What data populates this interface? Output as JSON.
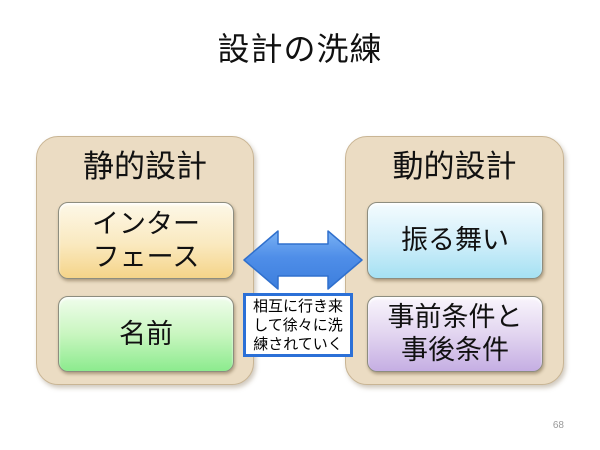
{
  "slide": {
    "title": "設計の洗練",
    "page_number": "68"
  },
  "left_panel": {
    "header": "静的設計",
    "boxes": [
      {
        "label": "インター\nフェース"
      },
      {
        "label": "名前"
      }
    ]
  },
  "right_panel": {
    "header": "動的設計",
    "boxes": [
      {
        "label": "振る舞い"
      },
      {
        "label": "事前条件と\n事後条件"
      }
    ]
  },
  "connector": {
    "arrow_icon": "double-headed-arrow",
    "label": "相互に行き来\nして徐々に洗\n練されていく"
  },
  "colors": {
    "panel_fill": "#ebdcc3",
    "panel_border": "#c9b594",
    "interface_top": "#fdf8e8",
    "interface_bottom": "#f5d489",
    "name_top": "#f0fdec",
    "name_bottom": "#8ceb8e",
    "behavior_top": "#f4fcfe",
    "behavior_bottom": "#a5e1f3",
    "condition_top": "#f9f5fc",
    "condition_bottom": "#c5aee3",
    "arrow_top": "#7ab2f4",
    "arrow_bottom": "#3c7edd",
    "arrow_stroke": "#3070cd",
    "label_border": "#2b70d7",
    "page_number_color": "#999999"
  }
}
